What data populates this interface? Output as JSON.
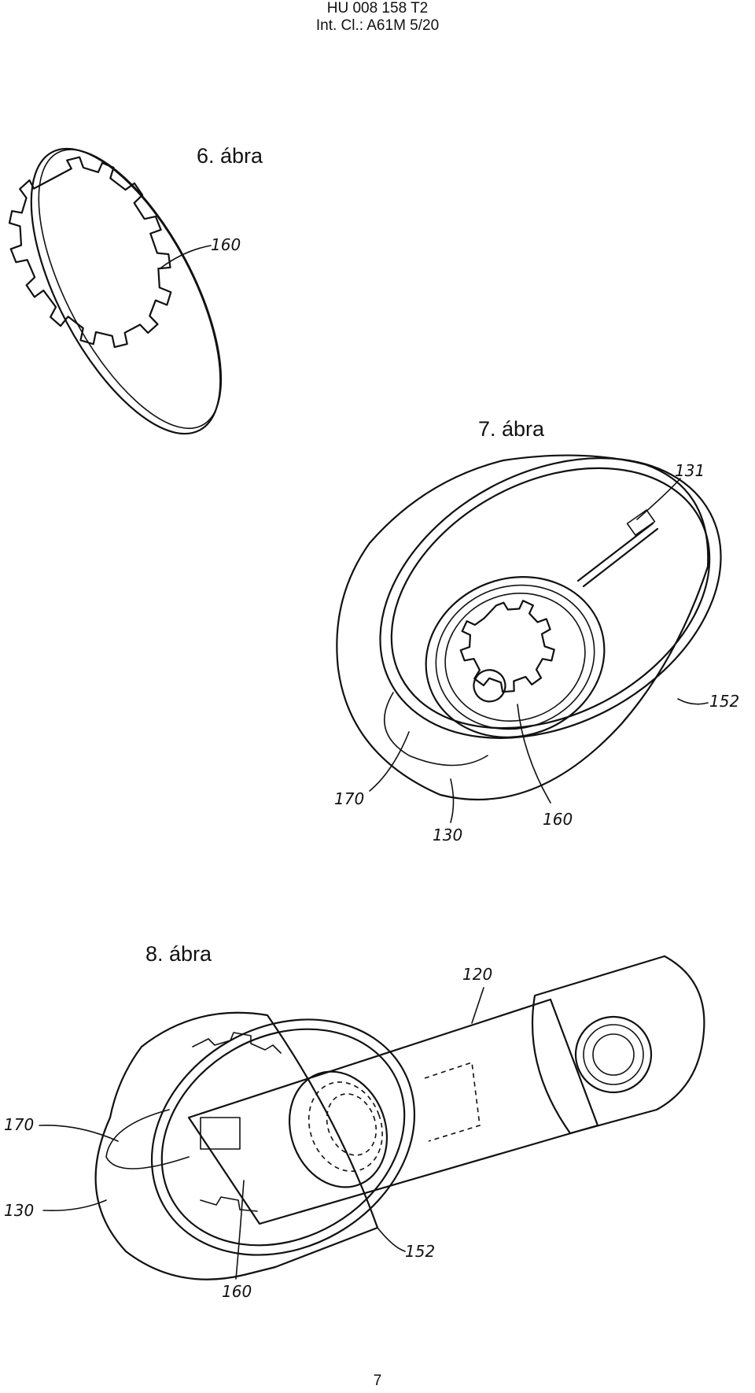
{
  "header": {
    "line1": "HU 008 158 T2",
    "line2": "Int. Cl.: A61M 5/20"
  },
  "figures": [
    {
      "title": "6. ábra",
      "refs": [
        "160"
      ]
    },
    {
      "title": "7. ábra",
      "refs": [
        "131",
        "152",
        "170",
        "130",
        "160"
      ]
    },
    {
      "title": "8. ábra",
      "refs": [
        "120",
        "170",
        "130",
        "152",
        "160"
      ]
    }
  ],
  "page_number": "7"
}
